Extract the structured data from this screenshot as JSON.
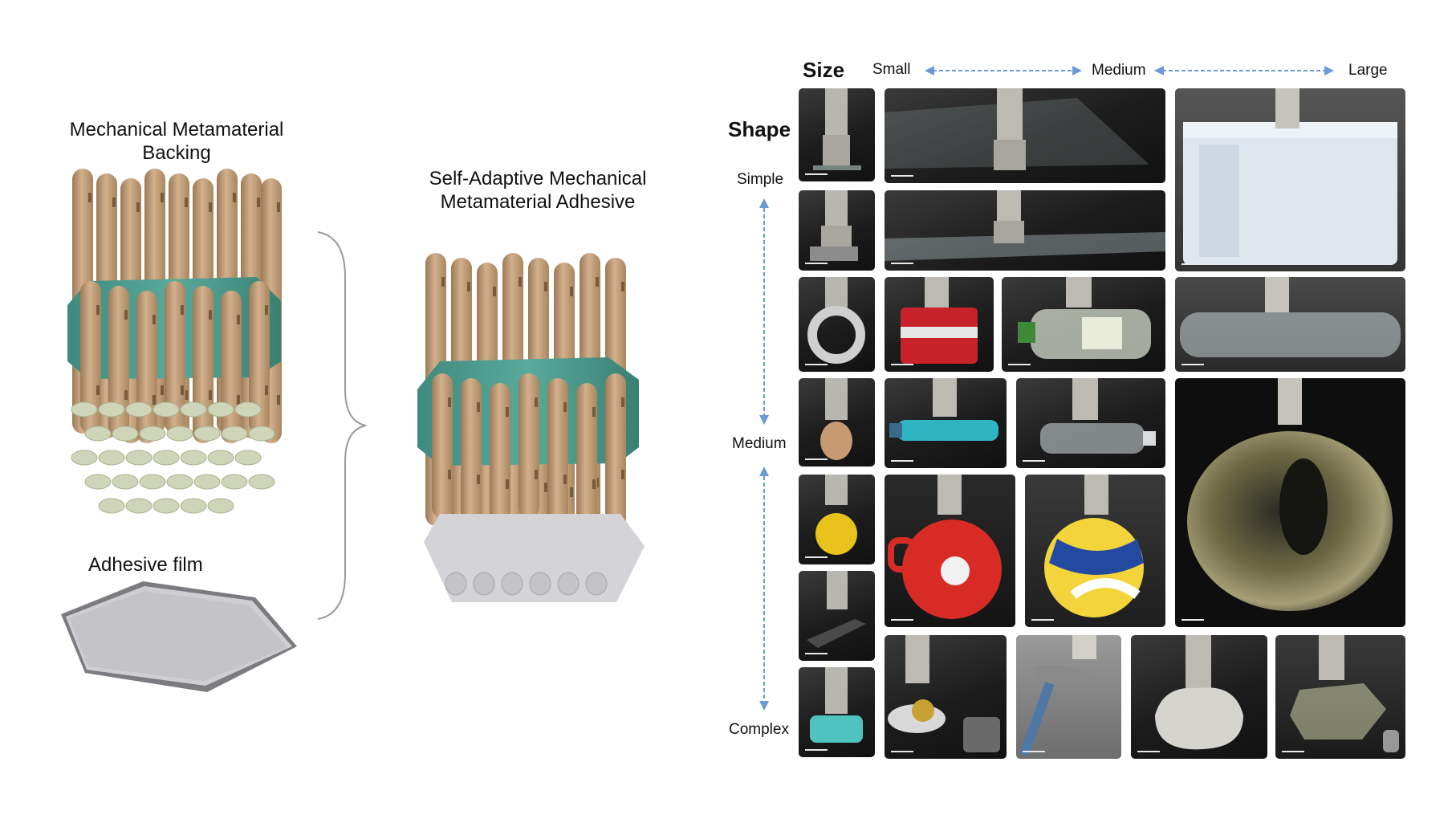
{
  "left_panel": {
    "backing_label": "Mechanical Metamaterial\nBacking",
    "film_label": "Adhesive film",
    "adhesive_label": "Self-Adaptive Mechanical\nMetamaterial Adhesive"
  },
  "right_panel": {
    "size_title": "Size",
    "size_small": "Small",
    "size_medium": "Medium",
    "size_large": "Large",
    "shape_title": "Shape",
    "shape_simple": "Simple",
    "shape_medium": "Medium",
    "shape_complex": "Complex"
  },
  "colors": {
    "pillar": "#c4a07c",
    "pillar_shade": "#9c7a58",
    "band": "#4a9a8c",
    "pillar_top": "#cfd5b8",
    "film": "#c8c8cc",
    "arrow": "#6a9ad6"
  }
}
